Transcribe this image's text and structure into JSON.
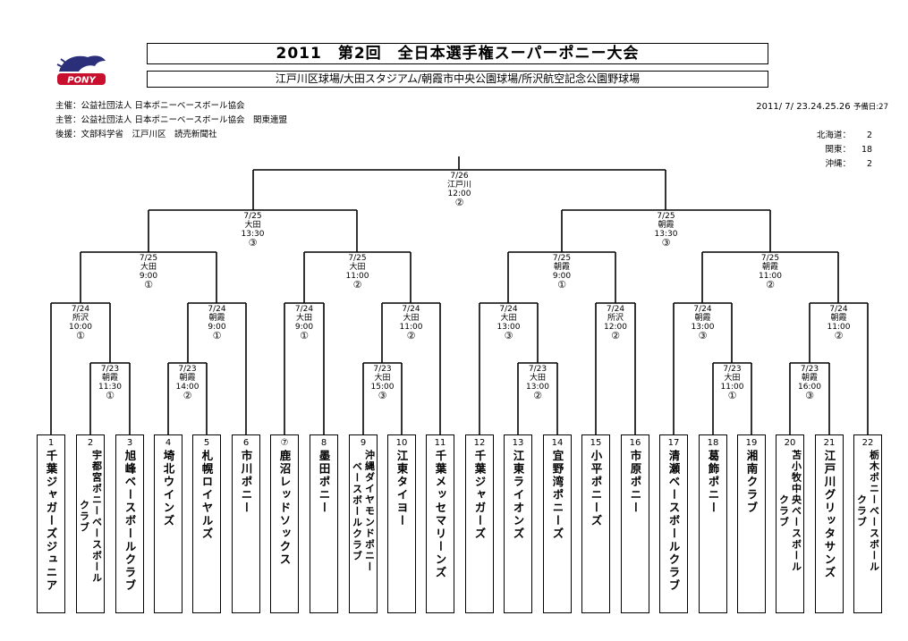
{
  "header": {
    "title": "2011　第2回　全日本選手権スーパーポニー大会",
    "venues": "江戸川区球場/大田スタジアム/朝霞市中央公園球場/所沢航空記念公園野球場",
    "logo_text": "PONY"
  },
  "info": {
    "organizer": "主催：公益社団法人 日本ポニーベースボール協会",
    "manager": "主管：公益社団法人 日本ポニーベースボール協会　関東連盟",
    "support": "後援：文部科学省　江戸川区　読売新聞社",
    "dates": "2011/ 7/ 23.24.25.26",
    "reserve": "予備日:27"
  },
  "regions": [
    {
      "name": "北海道：",
      "count": "2"
    },
    {
      "name": "関東：",
      "count": "18"
    },
    {
      "name": "沖縄：",
      "count": "2"
    }
  ],
  "matches": [
    {
      "date": "7/26",
      "venue": "江戸川",
      "time": "12:00",
      "field": "②"
    },
    {
      "date": "7/25",
      "venue": "大田",
      "time": "13:30",
      "field": "③"
    },
    {
      "date": "7/25",
      "venue": "朝霞",
      "time": "13:30",
      "field": "③"
    },
    {
      "date": "7/25",
      "venue": "大田",
      "time": "9:00",
      "field": "①"
    },
    {
      "date": "7/25",
      "venue": "大田",
      "time": "11:00",
      "field": "②"
    },
    {
      "date": "7/25",
      "venue": "朝霞",
      "time": "9:00",
      "field": "①"
    },
    {
      "date": "7/25",
      "venue": "朝霞",
      "time": "11:00",
      "field": "②"
    },
    {
      "date": "7/24",
      "venue": "所沢",
      "time": "10:00",
      "field": "①"
    },
    {
      "date": "7/24",
      "venue": "朝霞",
      "time": "9:00",
      "field": "①"
    },
    {
      "date": "7/24",
      "venue": "大田",
      "time": "9:00",
      "field": "①"
    },
    {
      "date": "7/24",
      "venue": "大田",
      "time": "11:00",
      "field": "②"
    },
    {
      "date": "7/24",
      "venue": "大田",
      "time": "13:00",
      "field": "③"
    },
    {
      "date": "7/24",
      "venue": "所沢",
      "time": "12:00",
      "field": "②"
    },
    {
      "date": "7/24",
      "venue": "朝霞",
      "time": "13:00",
      "field": "③"
    },
    {
      "date": "7/24",
      "venue": "朝霞",
      "time": "11:00",
      "field": "②"
    },
    {
      "date": "7/23",
      "venue": "朝霞",
      "time": "11:30",
      "field": "①"
    },
    {
      "date": "7/23",
      "venue": "朝霞",
      "time": "14:00",
      "field": "②"
    },
    {
      "date": "7/23",
      "venue": "大田",
      "time": "15:00",
      "field": "③"
    },
    {
      "date": "7/23",
      "venue": "大田",
      "time": "13:00",
      "field": "②"
    },
    {
      "date": "7/23",
      "venue": "大田",
      "time": "11:00",
      "field": "①"
    },
    {
      "date": "7/23",
      "venue": "朝霞",
      "time": "16:00",
      "field": "③"
    }
  ],
  "teams": [
    {
      "num": "1",
      "lines": [
        "千葉ジャガーズジュニア"
      ]
    },
    {
      "num": "2",
      "lines": [
        "宇都宮ポニーベースボール",
        "クラブ"
      ]
    },
    {
      "num": "3",
      "lines": [
        "旭峰ベースボールクラブ"
      ]
    },
    {
      "num": "4",
      "lines": [
        "埼北ウインズ"
      ]
    },
    {
      "num": "5",
      "lines": [
        "札幌ロイヤルズ"
      ]
    },
    {
      "num": "6",
      "lines": [
        "市川ポニー"
      ]
    },
    {
      "num": "⑦",
      "lines": [
        "鹿沼レッドソックス"
      ]
    },
    {
      "num": "8",
      "lines": [
        "墨田ポニー"
      ]
    },
    {
      "num": "9",
      "lines": [
        "沖縄ダイヤモンドポニー",
        "ベースボールクラブ"
      ]
    },
    {
      "num": "10",
      "lines": [
        "江東タイヨー"
      ]
    },
    {
      "num": "11",
      "lines": [
        "千葉メッセマリーンズ"
      ]
    },
    {
      "num": "12",
      "lines": [
        "千葉ジャガーズ"
      ]
    },
    {
      "num": "13",
      "lines": [
        "江東ライオンズ"
      ]
    },
    {
      "num": "14",
      "lines": [
        "宜野湾ポニーズ"
      ]
    },
    {
      "num": "15",
      "lines": [
        "小平ポニーズ"
      ]
    },
    {
      "num": "16",
      "lines": [
        "市原ポニー"
      ]
    },
    {
      "num": "17",
      "lines": [
        "清瀬ベースボールクラブ"
      ]
    },
    {
      "num": "18",
      "lines": [
        "葛飾ポニー"
      ]
    },
    {
      "num": "19",
      "lines": [
        "湘南クラブ"
      ]
    },
    {
      "num": "20",
      "lines": [
        "苫小牧中央ベースボール",
        "クラブ"
      ]
    },
    {
      "num": "21",
      "lines": [
        "江戸川グリッタサンズ"
      ]
    },
    {
      "num": "22",
      "lines": [
        "栃木ポニーベースボール",
        "クラブ"
      ]
    }
  ]
}
